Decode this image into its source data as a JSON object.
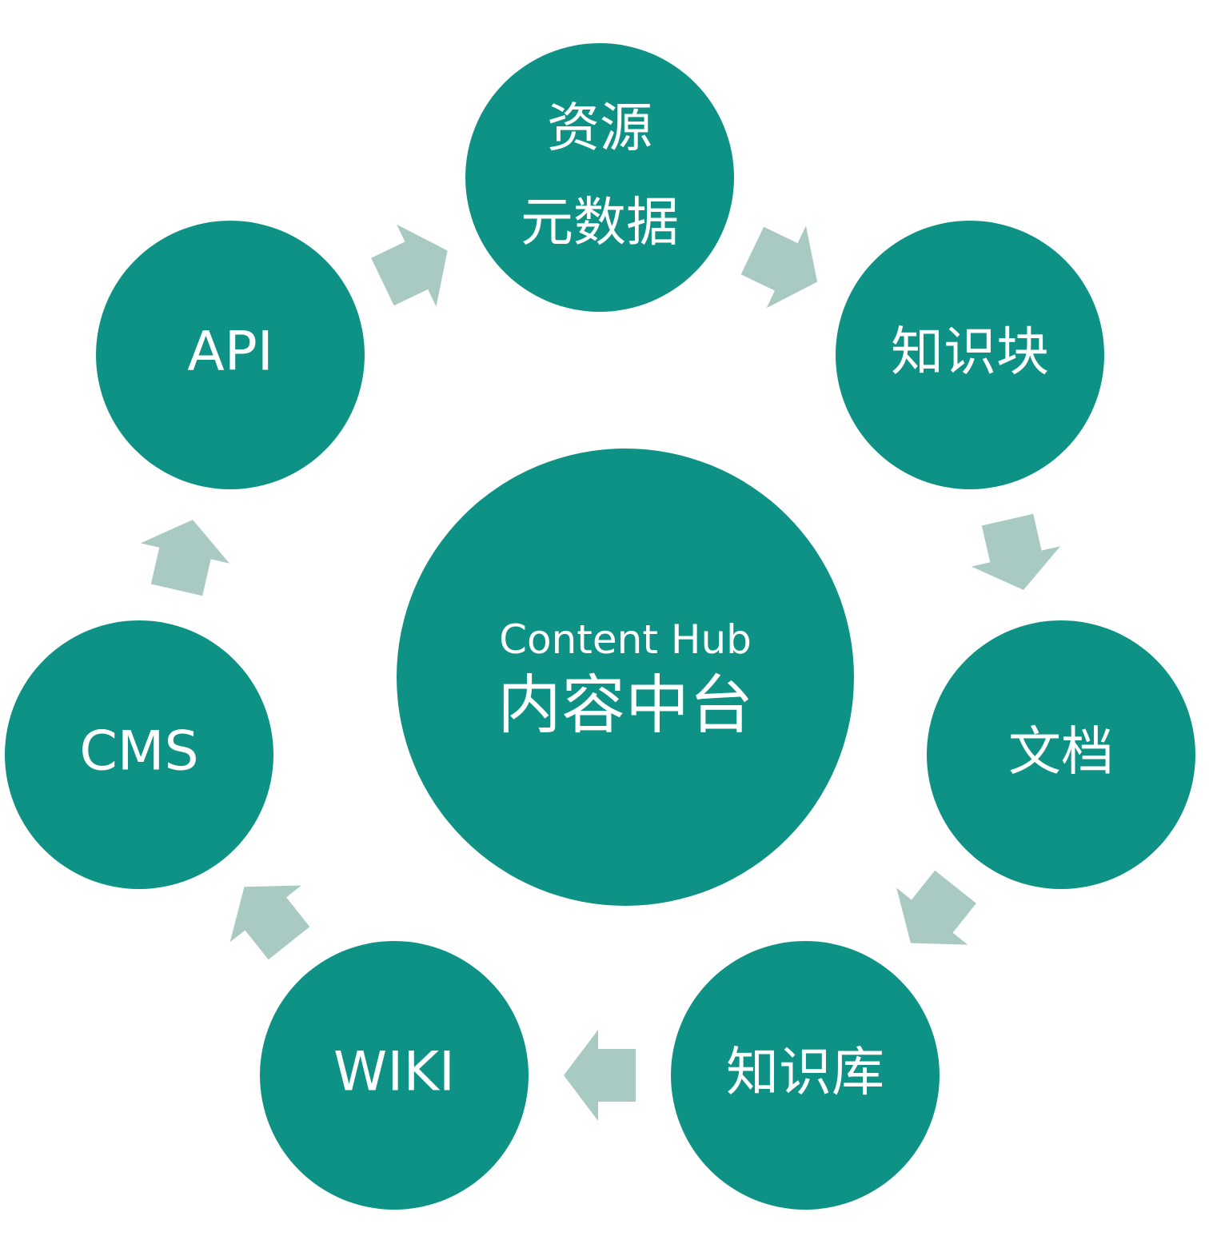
{
  "colors": {
    "node_fill": "#0f9286",
    "arrow_fill": "#a9c9c3",
    "text": "#ffffff",
    "background": "#ffffff"
  },
  "center": {
    "line1": "Content Hub",
    "line2": "内容中台"
  },
  "nodes": [
    {
      "id": "resource-metadata",
      "line1": "资源",
      "line2": "元数据"
    },
    {
      "id": "knowledge-block",
      "line1": "知识块"
    },
    {
      "id": "document",
      "line1": "文档"
    },
    {
      "id": "knowledge-base",
      "line1": "知识库"
    },
    {
      "id": "wiki",
      "line1": "WIKI"
    },
    {
      "id": "cms",
      "line1": "CMS"
    },
    {
      "id": "api",
      "line1": "API"
    }
  ],
  "arrows": [
    {
      "from": "resource-metadata",
      "to": "knowledge-block"
    },
    {
      "from": "knowledge-block",
      "to": "document"
    },
    {
      "from": "document",
      "to": "knowledge-base"
    },
    {
      "from": "knowledge-base",
      "to": "wiki"
    },
    {
      "from": "wiki",
      "to": "cms"
    },
    {
      "from": "cms",
      "to": "api"
    },
    {
      "from": "api",
      "to": "resource-metadata"
    }
  ]
}
